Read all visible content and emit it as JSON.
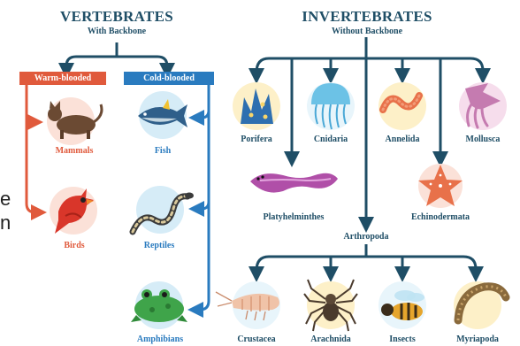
{
  "vertebrates": {
    "title": "VERTEBRATES",
    "subtitle": "With Backbone",
    "warm_tag": "Warm-blooded",
    "cold_tag": "Cold-blooded",
    "mammals": "Mammals",
    "birds": "Birds",
    "fish": "Fish",
    "reptiles": "Reptiles",
    "amphibians": "Amphibians"
  },
  "invertebrates": {
    "title": "INVERTEBRATES",
    "subtitle": "Without Backbone",
    "porifera": "Porifera",
    "cnidaria": "Cnidaria",
    "annelida": "Annelida",
    "mollusca": "Mollusca",
    "platyhelminthes": "Platyhelminthes",
    "echinodermata": "Echinodermata",
    "arthropoda": "Arthropoda",
    "crustacea": "Crustacea",
    "arachnida": "Arachnida",
    "insects": "Insects",
    "myriapoda": "Myriapoda"
  },
  "edge_text": [
    "e",
    "n"
  ],
  "colors": {
    "warm": "#e05a3c",
    "cold": "#2a7bbf",
    "navy": "#1f4e66"
  }
}
